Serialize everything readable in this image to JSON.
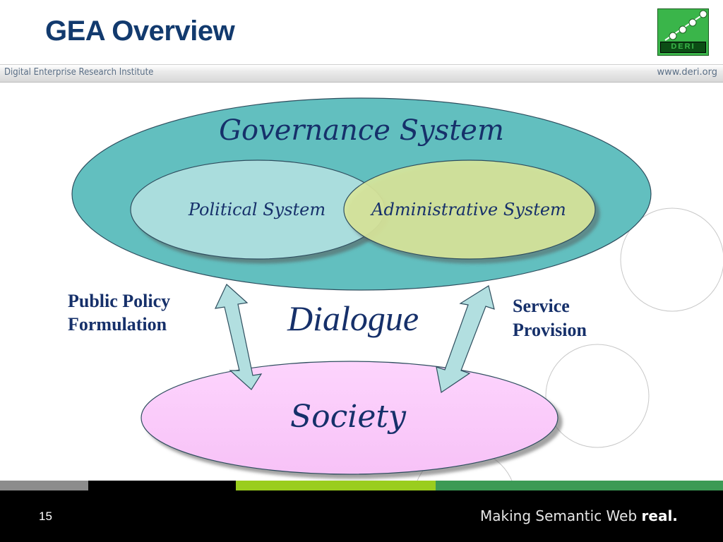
{
  "slide": {
    "title": "GEA Overview",
    "institute": "Digital Enterprise Research Institute",
    "website": "www.deri.org",
    "logo_text": "DERI",
    "page_number": "15",
    "slogan_regular": "Making Semantic Web ",
    "slogan_bold": "real."
  },
  "diagram": {
    "governance": "Governance System",
    "political": "Political System",
    "administrative": "Administrative System",
    "dialogue": "Dialogue",
    "society": "Society",
    "left_label_line1": "Public Policy",
    "left_label_line2": "Formulation",
    "right_label_line1": "Service",
    "right_label_line2": "Provision"
  },
  "colors": {
    "title": "#123a6e",
    "governance_fill": "#62bfbf",
    "political_fill": "#aadddd",
    "administrative_fill": "#d8e59a",
    "society_fill": "#fccafc",
    "arrow_fill": "#b2dfe0",
    "label": "#16306a"
  }
}
